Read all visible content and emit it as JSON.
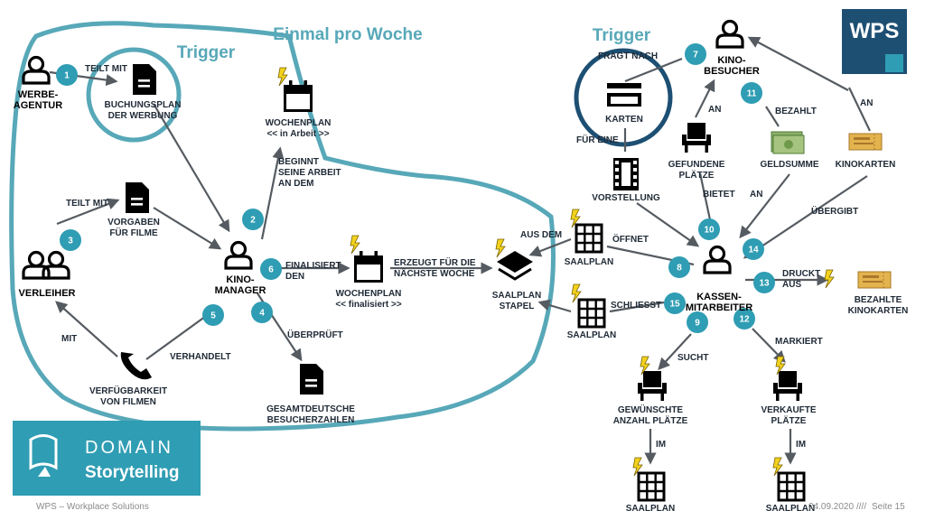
{
  "colors": {
    "teal": "#2f9db3",
    "navy": "#1d4f73",
    "hand": "#57a8b8",
    "arrow": "#555b61"
  },
  "handwritten": {
    "trigger_left": "Trigger",
    "trigger_right": "Trigger",
    "weekly": "Einmal pro Woche"
  },
  "logo": {
    "text": "WPS"
  },
  "brand": {
    "line1": "DOMAIN",
    "line2": "Storytelling"
  },
  "footer": {
    "company": "WPS – Workplace Solutions",
    "date": "24.09.2020",
    "sep": "////",
    "page": "Seite 15"
  },
  "nodes": {
    "werbeagentur": [
      "WERBE-",
      "AGENTUR"
    ],
    "buchungsplan": [
      "BUCHUNGSPLAN",
      "DER WERBUNG"
    ],
    "wochenplan_arbeit": [
      "WOCHENPLAN",
      "<< in Arbeit >>"
    ],
    "vorgaben": [
      "VORGABEN",
      "FÜR FILME"
    ],
    "verleiher": [
      "VERLEIHER"
    ],
    "kinomanager": [
      "KINO-",
      "MANAGER"
    ],
    "wochenplan_final": [
      "WOCHENPLAN",
      "<< finalisiert >>"
    ],
    "saalplanstapel": [
      "SAALPLAN",
      "STAPEL"
    ],
    "verfuegbarkeit": [
      "VERFÜGBARKEIT",
      "VON FILMEN"
    ],
    "gesamtdeutsche": [
      "GESAMTDEUTSCHE",
      "BESUCHERZAHLEN"
    ],
    "karten": [
      "KARTEN"
    ],
    "kinobesucher": [
      "KINO-",
      "BESUCHER"
    ],
    "gefundene": [
      "GEFUNDENE",
      "PLÄTZE"
    ],
    "geldsumme": [
      "GELDSUMME"
    ],
    "kinokarten": [
      "KINOKARTEN"
    ],
    "vorstellung": [
      "VORSTELLUNG"
    ],
    "saalplan_top": [
      "SAALPLAN"
    ],
    "saalplan_mid": [
      "SAALPLAN"
    ],
    "kassenmitarbeiter": [
      "KASSEN-",
      "MITARBEITER"
    ],
    "bezahlte": [
      "BEZAHLTE",
      "KINOKARTEN"
    ],
    "gewuenschte": [
      "GEWÜNSCHTE",
      "ANZAHL PLÄTZE"
    ],
    "verkaufte": [
      "VERKAUFTE",
      "PLÄTZE"
    ],
    "saalplan_bl": [
      "SAALPLAN"
    ],
    "saalplan_br": [
      "SAALPLAN"
    ]
  },
  "edges": {
    "teilt_mit_1": [
      "TEILT MIT"
    ],
    "teilt_mit_3": [
      "TEILT MIT"
    ],
    "beginnt": [
      "BEGINNT",
      "SEINE ARBEIT",
      "AN DEM"
    ],
    "finalisiert": [
      "FINALISIERT",
      "DEN"
    ],
    "erzeugt": [
      "ERZEUGT FÜR DIE",
      "NÄCHSTE WOCHE"
    ],
    "ueberprueft": [
      "ÜBERPRÜFT"
    ],
    "verhandelt": [
      "VERHANDELT"
    ],
    "mit": [
      "MIT"
    ],
    "fragt_nach": [
      "FRAGT NACH"
    ],
    "fuer_eine": [
      "FÜR EINE"
    ],
    "an_7": [
      "AN"
    ],
    "bezahlt": [
      "BEZAHLT"
    ],
    "an_top": [
      "AN"
    ],
    "bietet": [
      "BIETET"
    ],
    "an_11": [
      "AN"
    ],
    "uebergibt": [
      "ÜBERGIBT"
    ],
    "aus_dem": [
      "AUS DEM"
    ],
    "oeffnet": [
      "ÖFFNET"
    ],
    "schliesst": [
      "SCHLIESST"
    ],
    "druckt_aus": [
      "DRUCKT",
      "AUS"
    ],
    "sucht": [
      "SUCHT"
    ],
    "markiert": [
      "MARKIERT"
    ],
    "im_left": [
      "IM"
    ],
    "im_right": [
      "IM"
    ]
  },
  "steps": [
    "1",
    "2",
    "3",
    "4",
    "5",
    "6",
    "7",
    "8",
    "9",
    "10",
    "11",
    "12",
    "13",
    "14",
    "15"
  ]
}
